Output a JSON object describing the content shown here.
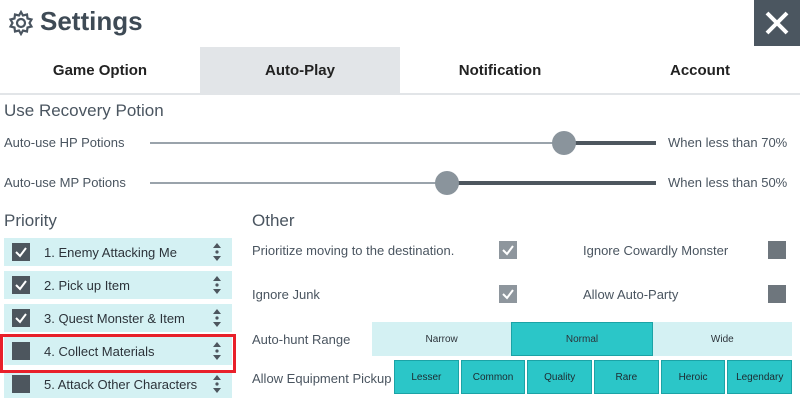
{
  "header": {
    "title": "Settings"
  },
  "tabs": [
    {
      "label": "Game Option",
      "active": false
    },
    {
      "label": "Auto-Play",
      "active": true
    },
    {
      "label": "Notification",
      "active": false
    },
    {
      "label": "Account",
      "active": false
    }
  ],
  "recovery": {
    "title": "Use Recovery Potion",
    "sliders": [
      {
        "label": "Auto-use HP Potions",
        "value_text": "When less than 70%",
        "level": 0.82
      },
      {
        "label": "Auto-use MP Potions",
        "value_text": "When less than 50%",
        "level": 0.59
      }
    ]
  },
  "priority": {
    "title": "Priority",
    "items": [
      {
        "label": "1.  Enemy Attacking Me",
        "checked": true
      },
      {
        "label": "2.  Pick up Item",
        "checked": true
      },
      {
        "label": "3.  Quest Monster & Item",
        "checked": true
      },
      {
        "label": "4.  Collect Materials",
        "checked": false
      },
      {
        "label": "5.  Attack Other Characters",
        "checked": false
      }
    ]
  },
  "other": {
    "title": "Other",
    "options": [
      {
        "label": "Prioritize moving to the destination.",
        "checked": true
      },
      {
        "label": "Ignore Cowardly Monster",
        "checked": false
      },
      {
        "label": "Ignore Junk",
        "checked": true
      },
      {
        "label": "Allow Auto-Party",
        "checked": false
      }
    ],
    "range": {
      "label": "Auto-hunt Range",
      "options": [
        "Narrow",
        "Normal",
        "Wide"
      ],
      "selected": "Normal"
    },
    "pickup": {
      "label": "Allow Equipment Pickup",
      "options": [
        "Lesser",
        "Common",
        "Quality",
        "Rare",
        "Heroic",
        "Legendary"
      ]
    }
  },
  "colors": {
    "accent": "#2bc6c8",
    "highlight": "#e8202a",
    "close_bg": "#4b5660"
  }
}
